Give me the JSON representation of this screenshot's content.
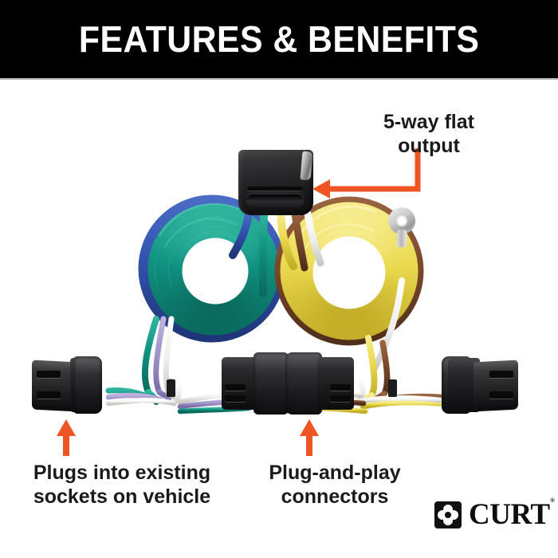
{
  "header": {
    "title": "FEATURES & BENEFITS",
    "background": "#000000",
    "text_color": "#ffffff"
  },
  "accent_color": "#ef5423",
  "callouts": [
    {
      "id": "five-way-output",
      "text": "5-way flat\noutput",
      "arrow": "left-elbow"
    },
    {
      "id": "plugs-into-sockets",
      "text": "Plugs into existing\nsockets on vehicle",
      "arrow": "up"
    },
    {
      "id": "plug-and-play",
      "text": "Plug-and-play\nconnectors",
      "arrow": "up"
    }
  ],
  "product": {
    "name": "trailer wiring harness",
    "five_way_connector": {
      "label": "5-way flat connector",
      "body_color": "#1d1d1f"
    },
    "wires": [
      {
        "name": "blue",
        "color": "#2f4fa8"
      },
      {
        "name": "green",
        "color": "#11937f"
      },
      {
        "name": "yellow",
        "color": "#ead94a"
      },
      {
        "name": "brown",
        "color": "#7b4a2c"
      },
      {
        "name": "white",
        "color": "#ededec"
      },
      {
        "name": "purple",
        "color": "#9b8fc6"
      }
    ],
    "coils": [
      {
        "name": "green-coil",
        "color": "#11937f",
        "outer": "#2f4fa8"
      },
      {
        "name": "yellow-coil",
        "color": "#ead94a",
        "outer": "#7b4a2c"
      }
    ],
    "ring_terminal": {
      "label": "ground ring terminal",
      "color": "#c9c9ca"
    },
    "connectors": [
      {
        "name": "vehicle-connector-left",
        "color": "#1a1a1c"
      },
      {
        "name": "harness-connector-left",
        "color": "#1a1a1c"
      },
      {
        "name": "harness-connector-right",
        "color": "#1a1a1c"
      },
      {
        "name": "vehicle-connector-right",
        "color": "#1a1a1c"
      }
    ]
  },
  "brand": {
    "name": "CURT",
    "trademark": "®",
    "mark": "quatrefoil-logo"
  }
}
